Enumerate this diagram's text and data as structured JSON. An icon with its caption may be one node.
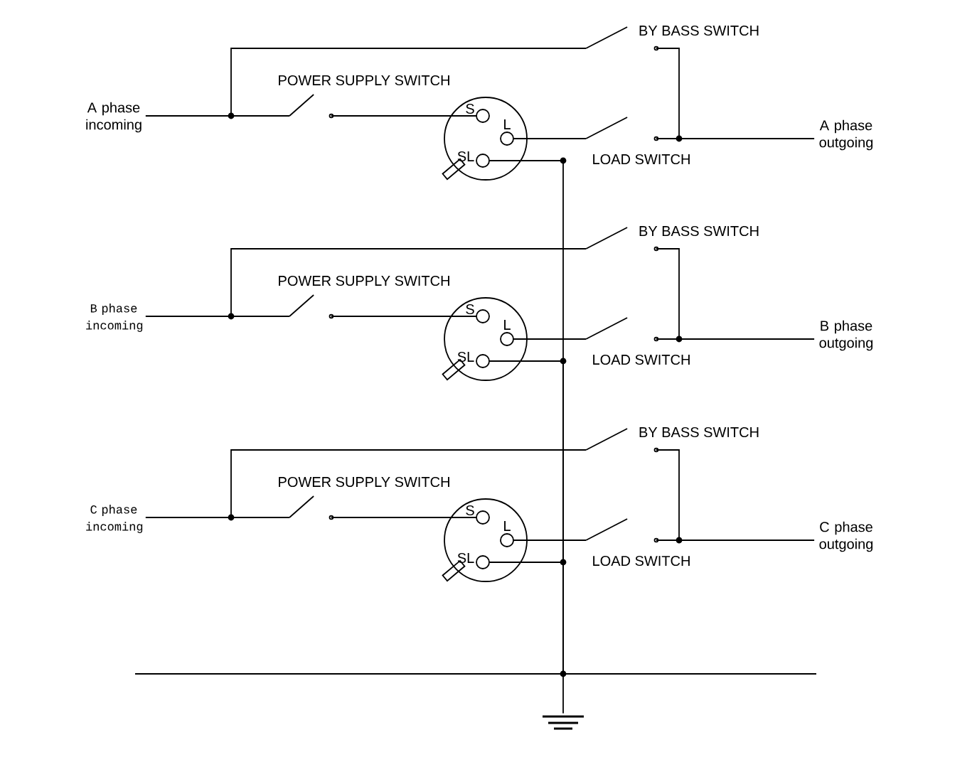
{
  "diagram": {
    "nodes": [
      {
        "text": [
          "BY BASS SWITCH"
        ]
      },
      {
        "text": [
          "POWER SUPPLY SWITCH"
        ]
      },
      {
        "text": [
          "A phase incoming"
        ]
      },
      {
        "text": [
          "S",
          "L",
          "SL"
        ]
      },
      {
        "text": [
          "A phase outgoing"
        ]
      },
      {
        "text": [
          "LOAD SWITCH"
        ]
      },
      {
        "text": [
          "BY BASS SWITCH"
        ]
      },
      {
        "text": [
          "POWER SUPPLY SWITCH"
        ]
      },
      {
        "text": [
          "B phase incoming"
        ]
      },
      {
        "text": [
          "S",
          "L",
          "SL"
        ]
      },
      {
        "text": [
          "B phase outgoing"
        ]
      },
      {
        "text": [
          "LOAD SWITCH"
        ]
      },
      {
        "text": [
          "BY BASS SWITCH"
        ]
      },
      {
        "text": [
          "POWER SUPPLY SWITCH"
        ]
      },
      {
        "text": [
          "C phase incoming"
        ]
      },
      {
        "text": [
          "S",
          "L",
          "SL"
        ]
      },
      {
        "text": [
          "C phase outgoing"
        ]
      },
      {
        "text": [
          "LOAD SWITCH"
        ]
      },
      {
        "text": [],
        "shape": "bar"
      },
      {
        "text": [],
        "shape": "ground"
      }
    ],
    "edges": [
      {
        "from": 2,
        "to": 0,
        "arrow": "none"
      },
      {
        "from": 0,
        "to": 4,
        "arrow": "none"
      },
      {
        "from": 2,
        "to": 1,
        "arrow": "none"
      },
      {
        "from": 1,
        "to": 3,
        "arrow": "none"
      },
      {
        "from": 3,
        "to": 5,
        "arrow": "none"
      },
      {
        "from": 5,
        "to": 4,
        "arrow": "none"
      },
      {
        "from": 3,
        "to": 18,
        "arrow": "none"
      },
      {
        "from": 8,
        "to": 6,
        "arrow": "none"
      },
      {
        "from": 6,
        "to": 10,
        "arrow": "none"
      },
      {
        "from": 8,
        "to": 7,
        "arrow": "none"
      },
      {
        "from": 7,
        "to": 9,
        "arrow": "none"
      },
      {
        "from": 9,
        "to": 11,
        "arrow": "none"
      },
      {
        "from": 11,
        "to": 10,
        "arrow": "none"
      },
      {
        "from": 9,
        "to": 18,
        "arrow": "none"
      },
      {
        "from": 14,
        "to": 12,
        "arrow": "none"
      },
      {
        "from": 12,
        "to": 16,
        "arrow": "none"
      },
      {
        "from": 14,
        "to": 13,
        "arrow": "none"
      },
      {
        "from": 13,
        "to": 15,
        "arrow": "none"
      },
      {
        "from": 15,
        "to": 17,
        "arrow": "none"
      },
      {
        "from": 17,
        "to": 16,
        "arrow": "none"
      },
      {
        "from": 15,
        "to": 18,
        "arrow": "none"
      },
      {
        "from": 18,
        "to": 19,
        "arrow": "none"
      }
    ]
  }
}
